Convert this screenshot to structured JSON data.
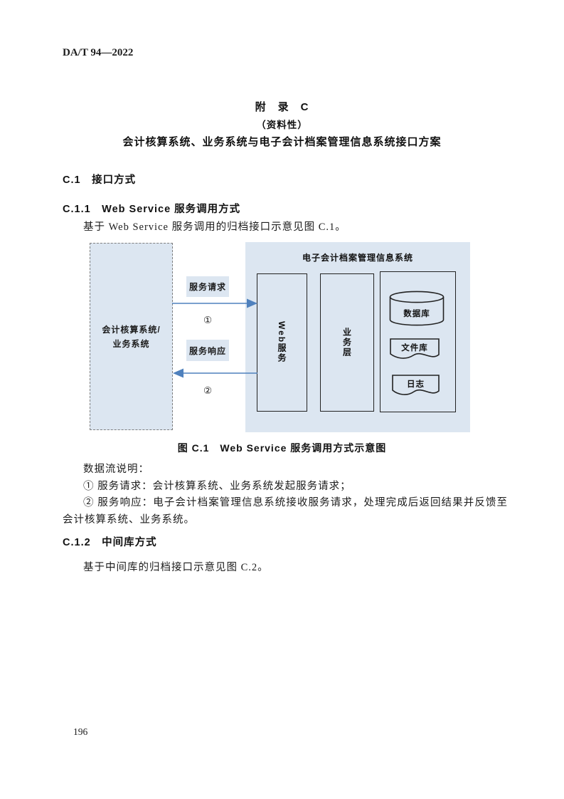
{
  "page": {
    "header": "DA/T 94—2022",
    "page_number": "196"
  },
  "appendix": {
    "title": "附　录　C",
    "subtitle": "（资料性）",
    "heading": "会计核算系统、业务系统与电子会计档案管理信息系统接口方案"
  },
  "sections": {
    "c1_heading": "C.1　接口方式",
    "c11_heading": "C.1.1　Web Service 服务调用方式",
    "c11_intro": "基于 Web Service 服务调用的归档接口示意见图 C.1。",
    "c12_heading": "C.1.2　中间库方式",
    "c12_intro": "基于中间库的归档接口示意见图 C.2。"
  },
  "figure": {
    "caption": "图 C.1　Web Service 服务调用方式示意图",
    "source_system": "会计核算系统/\n业务系统",
    "request_label": "服务请求",
    "response_label": "服务响应",
    "step1": "①",
    "step2": "②",
    "panel_title": "电子会计档案管理信息系统",
    "web_service": "Web服务",
    "business_layer": "业务层",
    "database": "数据库",
    "file_store": "文件库",
    "log": "日志"
  },
  "notes": {
    "intro": "数据流说明：",
    "note1": "① 服务请求：会计核算系统、业务系统发起服务请求；",
    "note2": "② 服务响应：电子会计档案管理信息系统接收服务请求，处理完成后返回结果并反馈至会计核算系统、业务系统。"
  },
  "colors": {
    "panel_fill": "#dce6f1",
    "arrow_blue": "#4f81bd",
    "border_dark": "#222222",
    "dash_gray": "#7f7f7f"
  }
}
